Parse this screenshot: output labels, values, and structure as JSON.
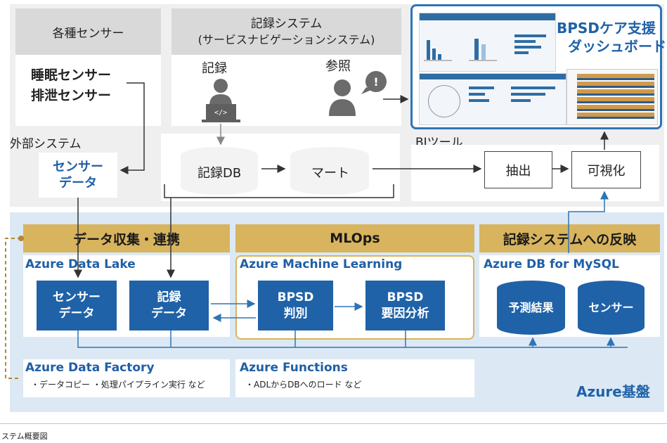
{
  "sensors": {
    "title": "各種センサー",
    "line1": "睡眠センサー",
    "line2": "排泄センサー"
  },
  "record_system": {
    "title_line1": "記録システム",
    "title_line2": "(サービスナビゲーションシステム)",
    "record": "記録",
    "refer": "参照"
  },
  "dashboard": {
    "title_line1": "BPSDケア支援",
    "title_line2": "ダッシュボード"
  },
  "external": {
    "label": "外部システム",
    "sensor_data_line1": "センサー",
    "sensor_data_line2": "データ"
  },
  "db_row": {
    "record_db": "記録DB",
    "mart": "マート"
  },
  "bi": {
    "label": "BIツール",
    "extract": "抽出",
    "visualize": "可視化"
  },
  "azure": {
    "base_label": "Azure基盤",
    "header_collect": "データ収集・連携",
    "header_mlops": "MLOps",
    "header_reflect": "記録システムへの反映",
    "datalake": "Azure Data Lake",
    "ml": "Azure Machine Learning",
    "mysql": "Azure DB for MySQL",
    "node_sensor_line1": "センサー",
    "node_sensor_line2": "データ",
    "node_record_line1": "記録",
    "node_record_line2": "データ",
    "node_bpsd1_line1": "BPSD",
    "node_bpsd1_line2": "判別",
    "node_bpsd2_line1": "BPSD",
    "node_bpsd2_line2": "要因分析",
    "node_pred": "予測結果",
    "node_sensor": "センサー",
    "factory": "Azure Data Factory",
    "factory_desc": "・データコピー ・処理パイプライン実行 など",
    "functions": "Azure Functions",
    "functions_desc": "・ADLからDBへのロード など"
  },
  "caption": "ステム概要図",
  "colors": {
    "azure_blue": "#1f62a8",
    "gold": "#d8b45e",
    "light_blue_bg": "#dce9f4",
    "gray_bg": "#efefef"
  }
}
